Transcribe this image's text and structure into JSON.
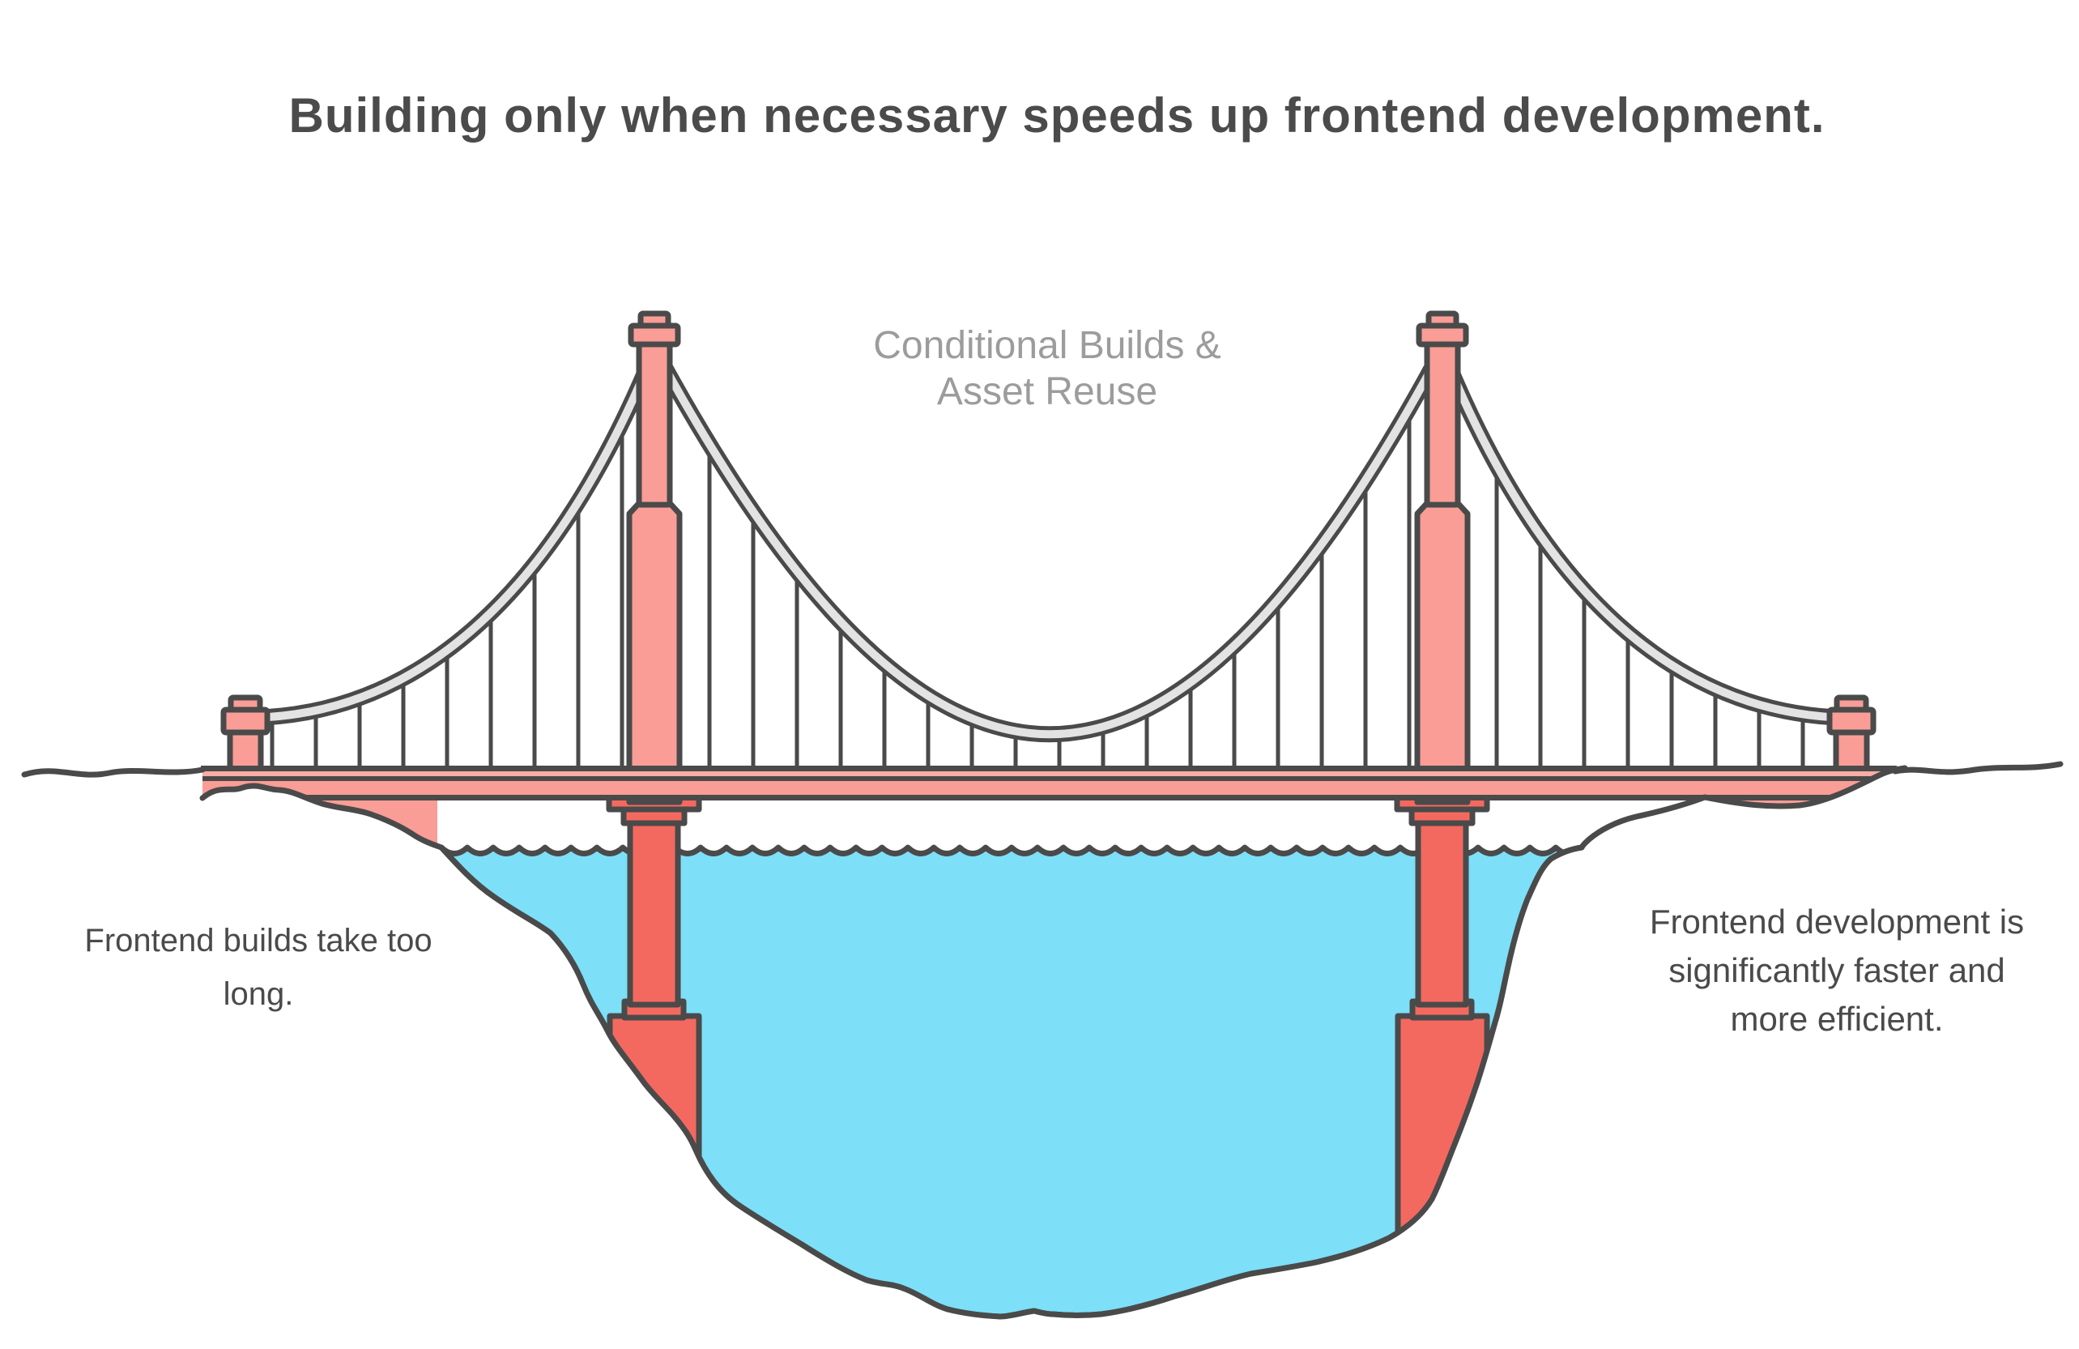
{
  "title": "Building only when necessary speeds up frontend development.",
  "bridge_label": {
    "line1": "Conditional Builds &",
    "line2": "Asset Reuse"
  },
  "left_caption": {
    "line1": "Frontend builds take too",
    "line2": "long."
  },
  "right_caption": {
    "line1": "Frontend development is",
    "line2": "significantly faster and",
    "line3": "more efficient."
  },
  "illustration": {
    "description": "suspension-bridge over water",
    "tower_count": 2
  },
  "colors": {
    "outline": "#4a4a4a",
    "salmon": "#f99d96",
    "salmon_light": "#fbaca5",
    "red": "#f4695f",
    "water": "#7ddff8",
    "cable": "#e3e3e3",
    "title_text": "#4b4b4b",
    "label_text": "#9c9c9c",
    "caption_text": "#4a4a4a",
    "background": "#ffffff"
  }
}
